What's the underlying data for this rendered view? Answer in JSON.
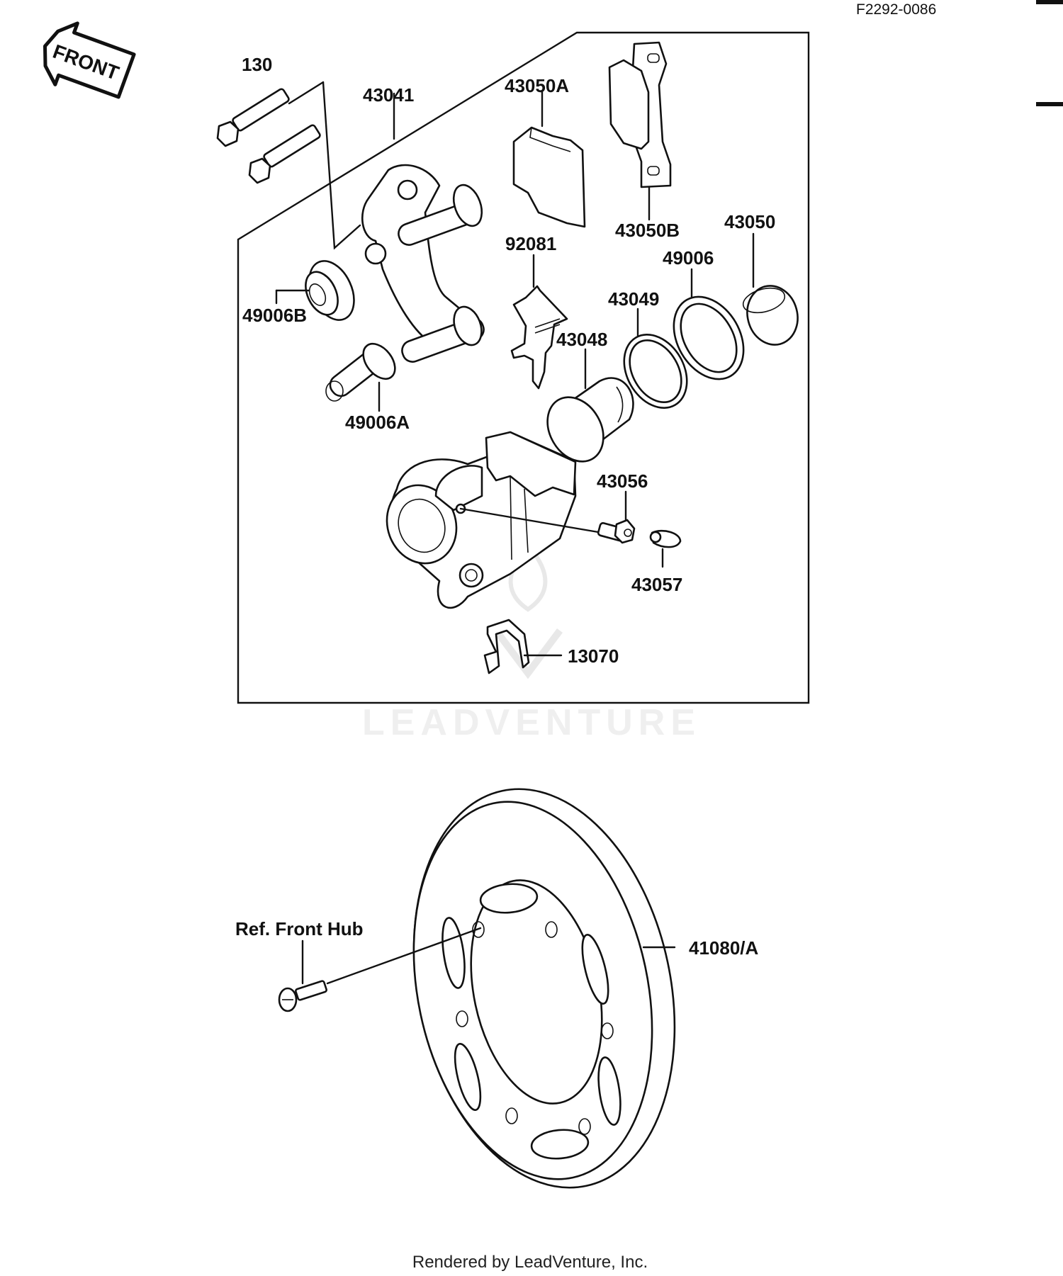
{
  "diagram_code": "F2292-0086",
  "front_label": "FRONT",
  "footer": "Rendered by LeadVenture, Inc.",
  "watermark": "LEADVENTURE",
  "parts": [
    {
      "id": "p130",
      "label": "130"
    },
    {
      "id": "p43041",
      "label": "43041"
    },
    {
      "id": "p43050A",
      "label": "43050A"
    },
    {
      "id": "p43050B",
      "label": "43050B"
    },
    {
      "id": "p43050",
      "label": "43050"
    },
    {
      "id": "p49006",
      "label": "49006"
    },
    {
      "id": "p92081",
      "label": "92081"
    },
    {
      "id": "p43049",
      "label": "43049"
    },
    {
      "id": "p43048",
      "label": "43048"
    },
    {
      "id": "p49006B",
      "label": "49006B"
    },
    {
      "id": "p49006A",
      "label": "49006A"
    },
    {
      "id": "p43056",
      "label": "43056"
    },
    {
      "id": "p43057",
      "label": "43057"
    },
    {
      "id": "p13070",
      "label": "13070"
    },
    {
      "id": "pRef",
      "label": "Ref. Front Hub"
    },
    {
      "id": "p41080",
      "label": "41080/A"
    }
  ]
}
